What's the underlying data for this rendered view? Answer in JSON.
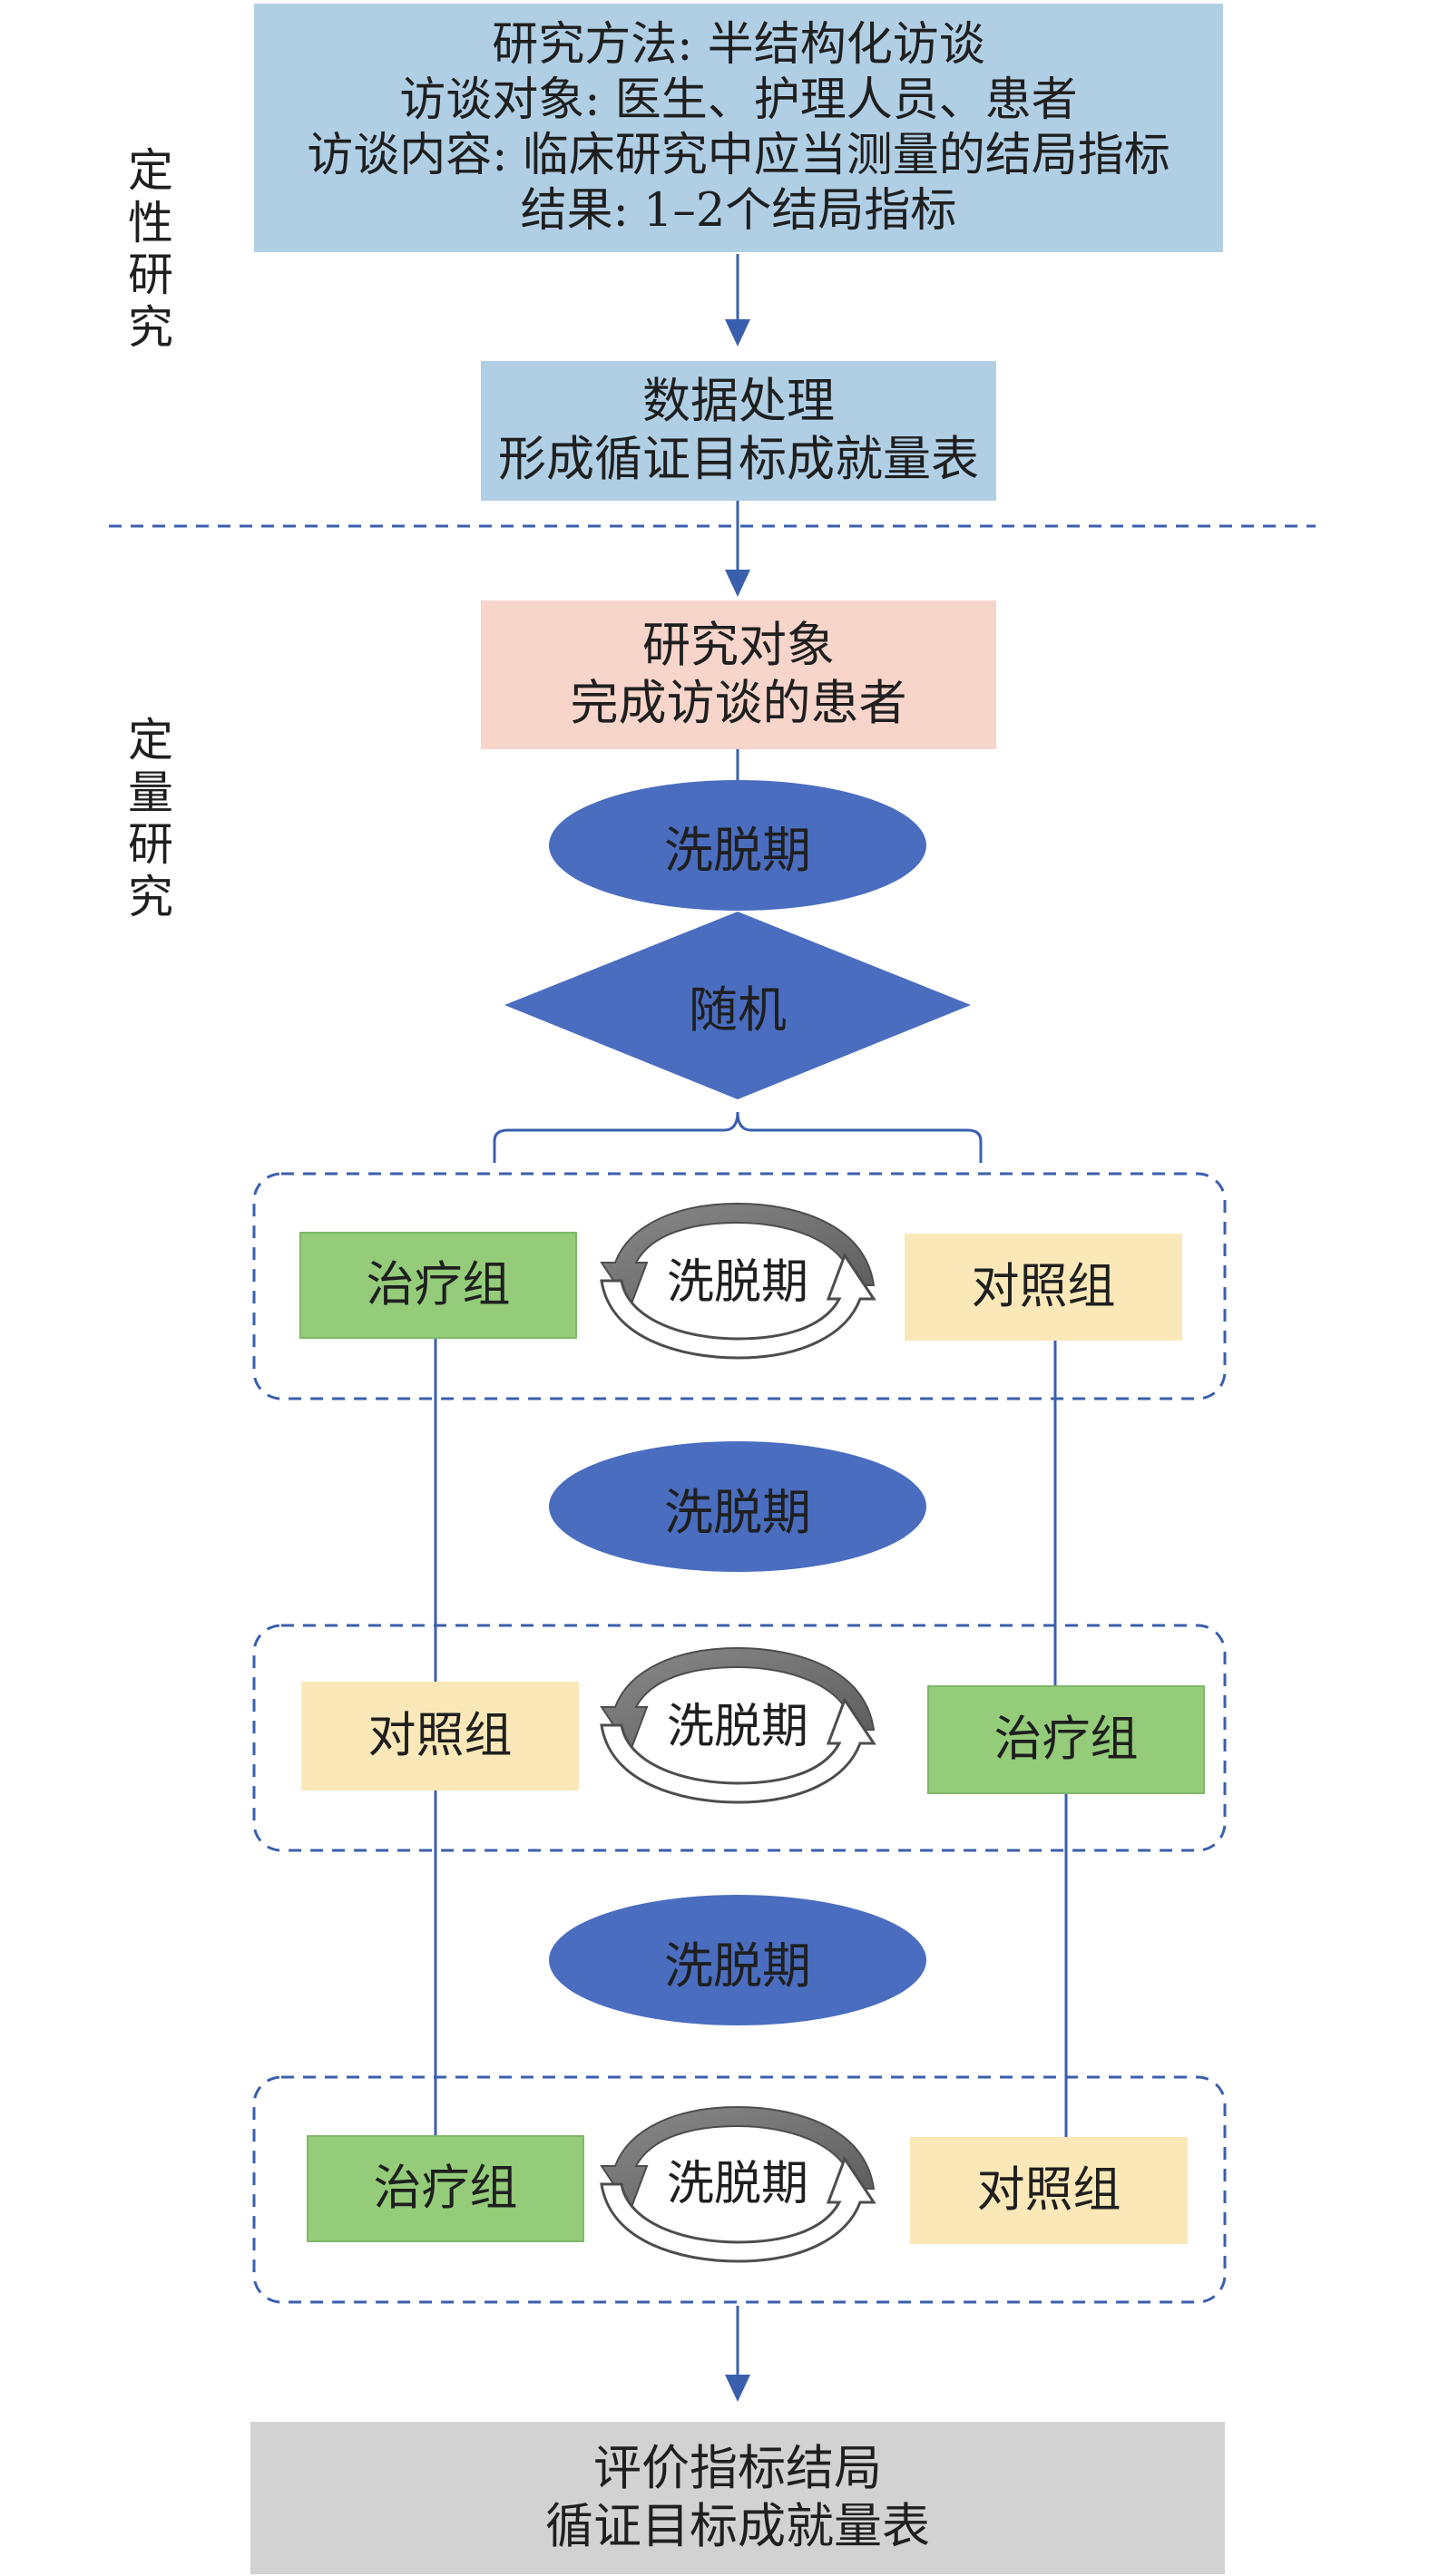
{
  "side_labels": {
    "qualitative": [
      "定",
      "性",
      "研",
      "究"
    ],
    "quantitative": [
      "定",
      "量",
      "研",
      "究"
    ]
  },
  "qualitative": {
    "lines": [
      "研究方法: 半结构化访谈",
      "访谈对象: 医生、护理人员、患者",
      "访谈内容: 临床研究中应当测量的结局指标",
      "结果: 1–2个结局指标"
    ]
  },
  "processing": {
    "lines": [
      "数据处理",
      "形成循证目标成就量表"
    ]
  },
  "subjects": {
    "lines": [
      "研究对象",
      "完成访谈的患者"
    ]
  },
  "washout_label": "洗脱期",
  "random_label": "随机",
  "treatment_label": "治疗组",
  "control_label": "对照组",
  "evaluation": {
    "lines": [
      "评价指标结局",
      "循证目标成就量表"
    ]
  },
  "colors": {
    "qual_box": "#b0cfe5",
    "subject_box": "#f7d5ca",
    "ellipse": "#4a6dbf",
    "treatment": "#94cc7a",
    "control": "#fae8b8",
    "evaluation": "#d2d2d2",
    "line": "#3a5fad"
  }
}
